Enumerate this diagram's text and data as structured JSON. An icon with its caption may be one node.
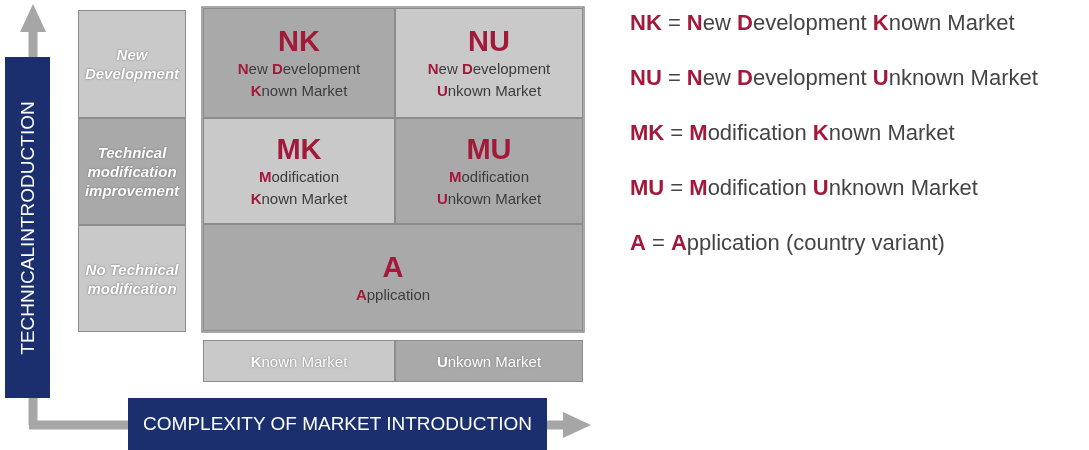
{
  "diagram": {
    "nodes": [
      {
        "text": [
          "New Development"
        ]
      },
      {
        "text": [
          "Technical modification improvement"
        ]
      },
      {
        "text": [
          "No Technical modification"
        ]
      },
      {
        "text": [
          "NK",
          "**N**ew **D**evelopment **K**nown Market"
        ]
      },
      {
        "text": [
          "NU",
          "**N**ew **D**evelopment **U**nkown Market"
        ]
      },
      {
        "text": [
          "MK",
          "**M**odification **K**nown Market"
        ]
      },
      {
        "text": [
          "MU",
          "**M**odification **U**nkown Market"
        ]
      },
      {
        "text": [
          "A",
          "**A**pplication"
        ]
      },
      {
        "text": [
          "**K**nown Market"
        ]
      },
      {
        "text": [
          "**U**nkown Market"
        ]
      },
      {
        "text": [
          "TECHNICALINTRODUCTION"
        ]
      },
      {
        "text": [
          "COMPLEXITY OF MARKET INTRODUCTION"
        ]
      }
    ],
    "labels": [
      "**NK** = **N**ew **D**evelopment **K**nown Market",
      "**NU** = **N**ew **D**evelopment **U**nknown Market",
      "**MK** = **M**odification **K**nown Market",
      "**MU** = **M**odification **U**nknown Market",
      "**A** = **A**pplication (country variant)"
    ]
  }
}
